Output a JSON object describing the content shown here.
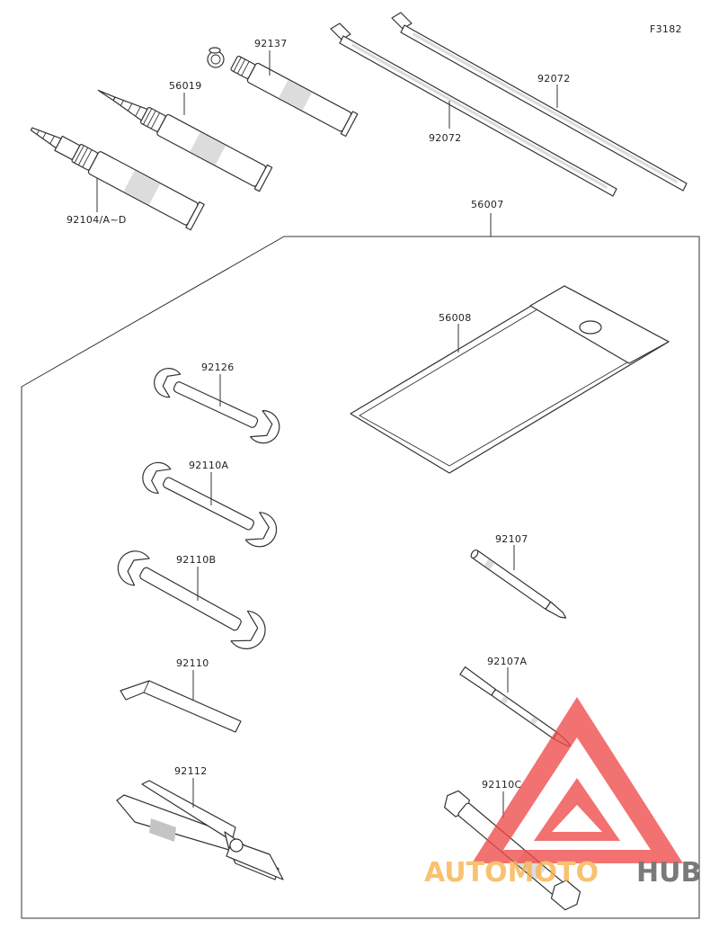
{
  "figure_code": "F3182",
  "labels": {
    "p92137": "92137",
    "p56019": "56019",
    "p92104": "92104/A~D",
    "p92072a": "92072",
    "p92072b": "92072",
    "p56007": "56007",
    "p56008": "56008",
    "p92126": "92126",
    "p92110A": "92110A",
    "p92110B": "92110B",
    "p92110": "92110",
    "p92112": "92112",
    "p92107": "92107",
    "p92107A": "92107A",
    "p92110C": "92110C"
  },
  "watermark": {
    "text_a": "AUTOMOTO",
    "text_b": "HUB",
    "color_triangle": "#ef4a4a",
    "color_text_a": "#f7b24a",
    "color_text_b": "#555555"
  }
}
